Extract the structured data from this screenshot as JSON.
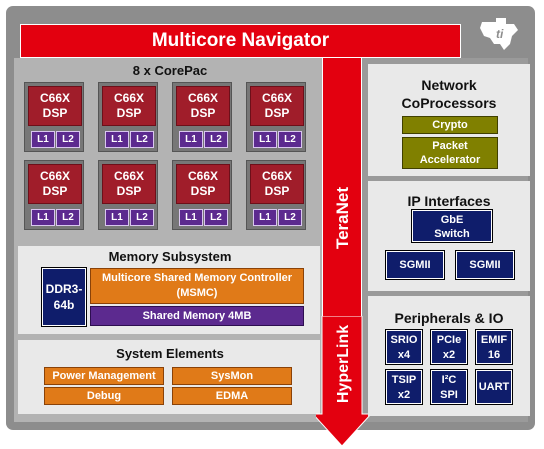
{
  "title": "Multicore Navigator",
  "teranet_label": "TeraNet",
  "hyperlink_label": "HyperLink",
  "corepac": {
    "heading": "8 x CorePac",
    "cores": [
      {
        "line1": "C66X",
        "line2": "DSP",
        "l1": "L1",
        "l2": "L2"
      },
      {
        "line1": "C66X",
        "line2": "DSP",
        "l1": "L1",
        "l2": "L2"
      },
      {
        "line1": "C66X",
        "line2": "DSP",
        "l1": "L1",
        "l2": "L2"
      },
      {
        "line1": "C66X",
        "line2": "DSP",
        "l1": "L1",
        "l2": "L2"
      },
      {
        "line1": "C66X",
        "line2": "DSP",
        "l1": "L1",
        "l2": "L2"
      },
      {
        "line1": "C66X",
        "line2": "DSP",
        "l1": "L1",
        "l2": "L2"
      },
      {
        "line1": "C66X",
        "line2": "DSP",
        "l1": "L1",
        "l2": "L2"
      },
      {
        "line1": "C66X",
        "line2": "DSP",
        "l1": "L1",
        "l2": "L2"
      }
    ]
  },
  "memory": {
    "heading": "Memory Subsystem",
    "ddr_line1": "DDR3-",
    "ddr_line2": "64b",
    "msmc_line1": "Multicore Shared Memory Controller",
    "msmc_line2": "(MSMC)",
    "shared": "Shared Memory 4MB"
  },
  "system": {
    "heading": "System Elements",
    "items": [
      "Power Management",
      "SysMon",
      "Debug",
      "EDMA"
    ]
  },
  "network": {
    "heading_line1": "Network",
    "heading_line2": "CoProcessors",
    "crypto": "Crypto",
    "packet_line1": "Packet",
    "packet_line2": "Accelerator"
  },
  "ip": {
    "heading": "IP Interfaces",
    "gbe_line1": "GbE",
    "gbe_line2": "Switch",
    "sgmii": [
      "SGMII",
      "SGMII"
    ]
  },
  "peripherals": {
    "heading": "Peripherals & IO",
    "items": [
      {
        "line1": "SRIO",
        "line2": "x4"
      },
      {
        "line1": "PCIe",
        "line2": "x2"
      },
      {
        "line1": "EMIF",
        "line2": "16"
      },
      {
        "line1": "TSIP",
        "line2": "x2"
      },
      {
        "line1": "I²C",
        "line2": "SPI"
      },
      {
        "line1": "UART",
        "line2": ""
      }
    ]
  },
  "colors": {
    "red": "#e3000f",
    "dsp": "#a01d2a",
    "cache": "#5c2a8f",
    "orange": "#e07a18",
    "navy": "#0f1d6b",
    "olive": "#808000"
  }
}
